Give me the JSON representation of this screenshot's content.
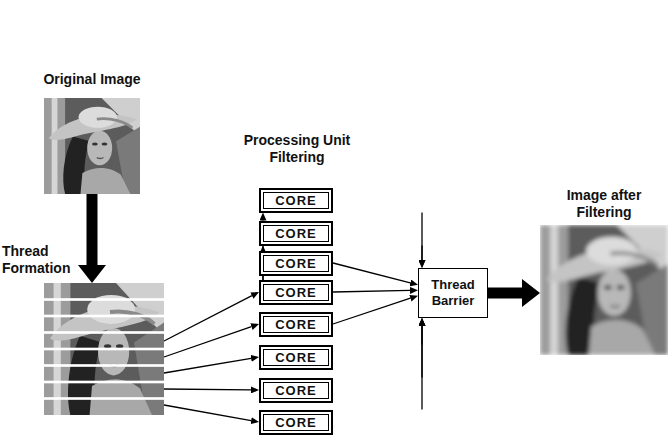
{
  "diagram": {
    "nodes": [
      {
        "text": [
          "Original Image"
        ]
      },
      {
        "text": [
          "Thread Formation"
        ]
      },
      {
        "text": [
          "CORE"
        ]
      },
      {
        "text": [
          "CORE"
        ]
      },
      {
        "text": [
          "CORE"
        ]
      },
      {
        "text": [
          "CORE"
        ]
      },
      {
        "text": [
          "CORE"
        ]
      },
      {
        "text": [
          "CORE"
        ]
      },
      {
        "text": [
          "CORE"
        ]
      },
      {
        "text": [
          "CORE"
        ]
      },
      {
        "text": [
          "Thread Barrier"
        ]
      },
      {
        "text": [
          "Image after Filtering"
        ]
      }
    ],
    "edges": [
      {
        "from": 0,
        "to": 1,
        "arrow": "to"
      },
      {
        "from": 1,
        "to": 2,
        "arrow": "to"
      },
      {
        "from": 1,
        "to": 3,
        "arrow": "to"
      },
      {
        "from": 1,
        "to": 4,
        "arrow": "to"
      },
      {
        "from": 1,
        "to": 5,
        "arrow": "to"
      },
      {
        "from": 1,
        "to": 6,
        "arrow": "to"
      },
      {
        "from": 1,
        "to": 7,
        "arrow": "to"
      },
      {
        "from": 1,
        "to": 8,
        "arrow": "to"
      },
      {
        "from": 1,
        "to": 9,
        "arrow": "to"
      },
      {
        "from": 2,
        "to": 10,
        "arrow": "to"
      },
      {
        "from": 3,
        "to": 10,
        "arrow": "to"
      },
      {
        "from": 4,
        "to": 10,
        "arrow": "to"
      },
      {
        "from": 5,
        "to": 10,
        "arrow": "to"
      },
      {
        "from": 6,
        "to": 10,
        "arrow": "to"
      },
      {
        "from": 7,
        "to": 10,
        "arrow": "to"
      },
      {
        "from": 8,
        "to": 10,
        "arrow": "to"
      },
      {
        "from": 9,
        "to": 10,
        "arrow": "to"
      },
      {
        "from": 10,
        "to": 11,
        "arrow": "to"
      }
    ],
    "labels": [
      "Processing Unit Filtering"
    ]
  }
}
